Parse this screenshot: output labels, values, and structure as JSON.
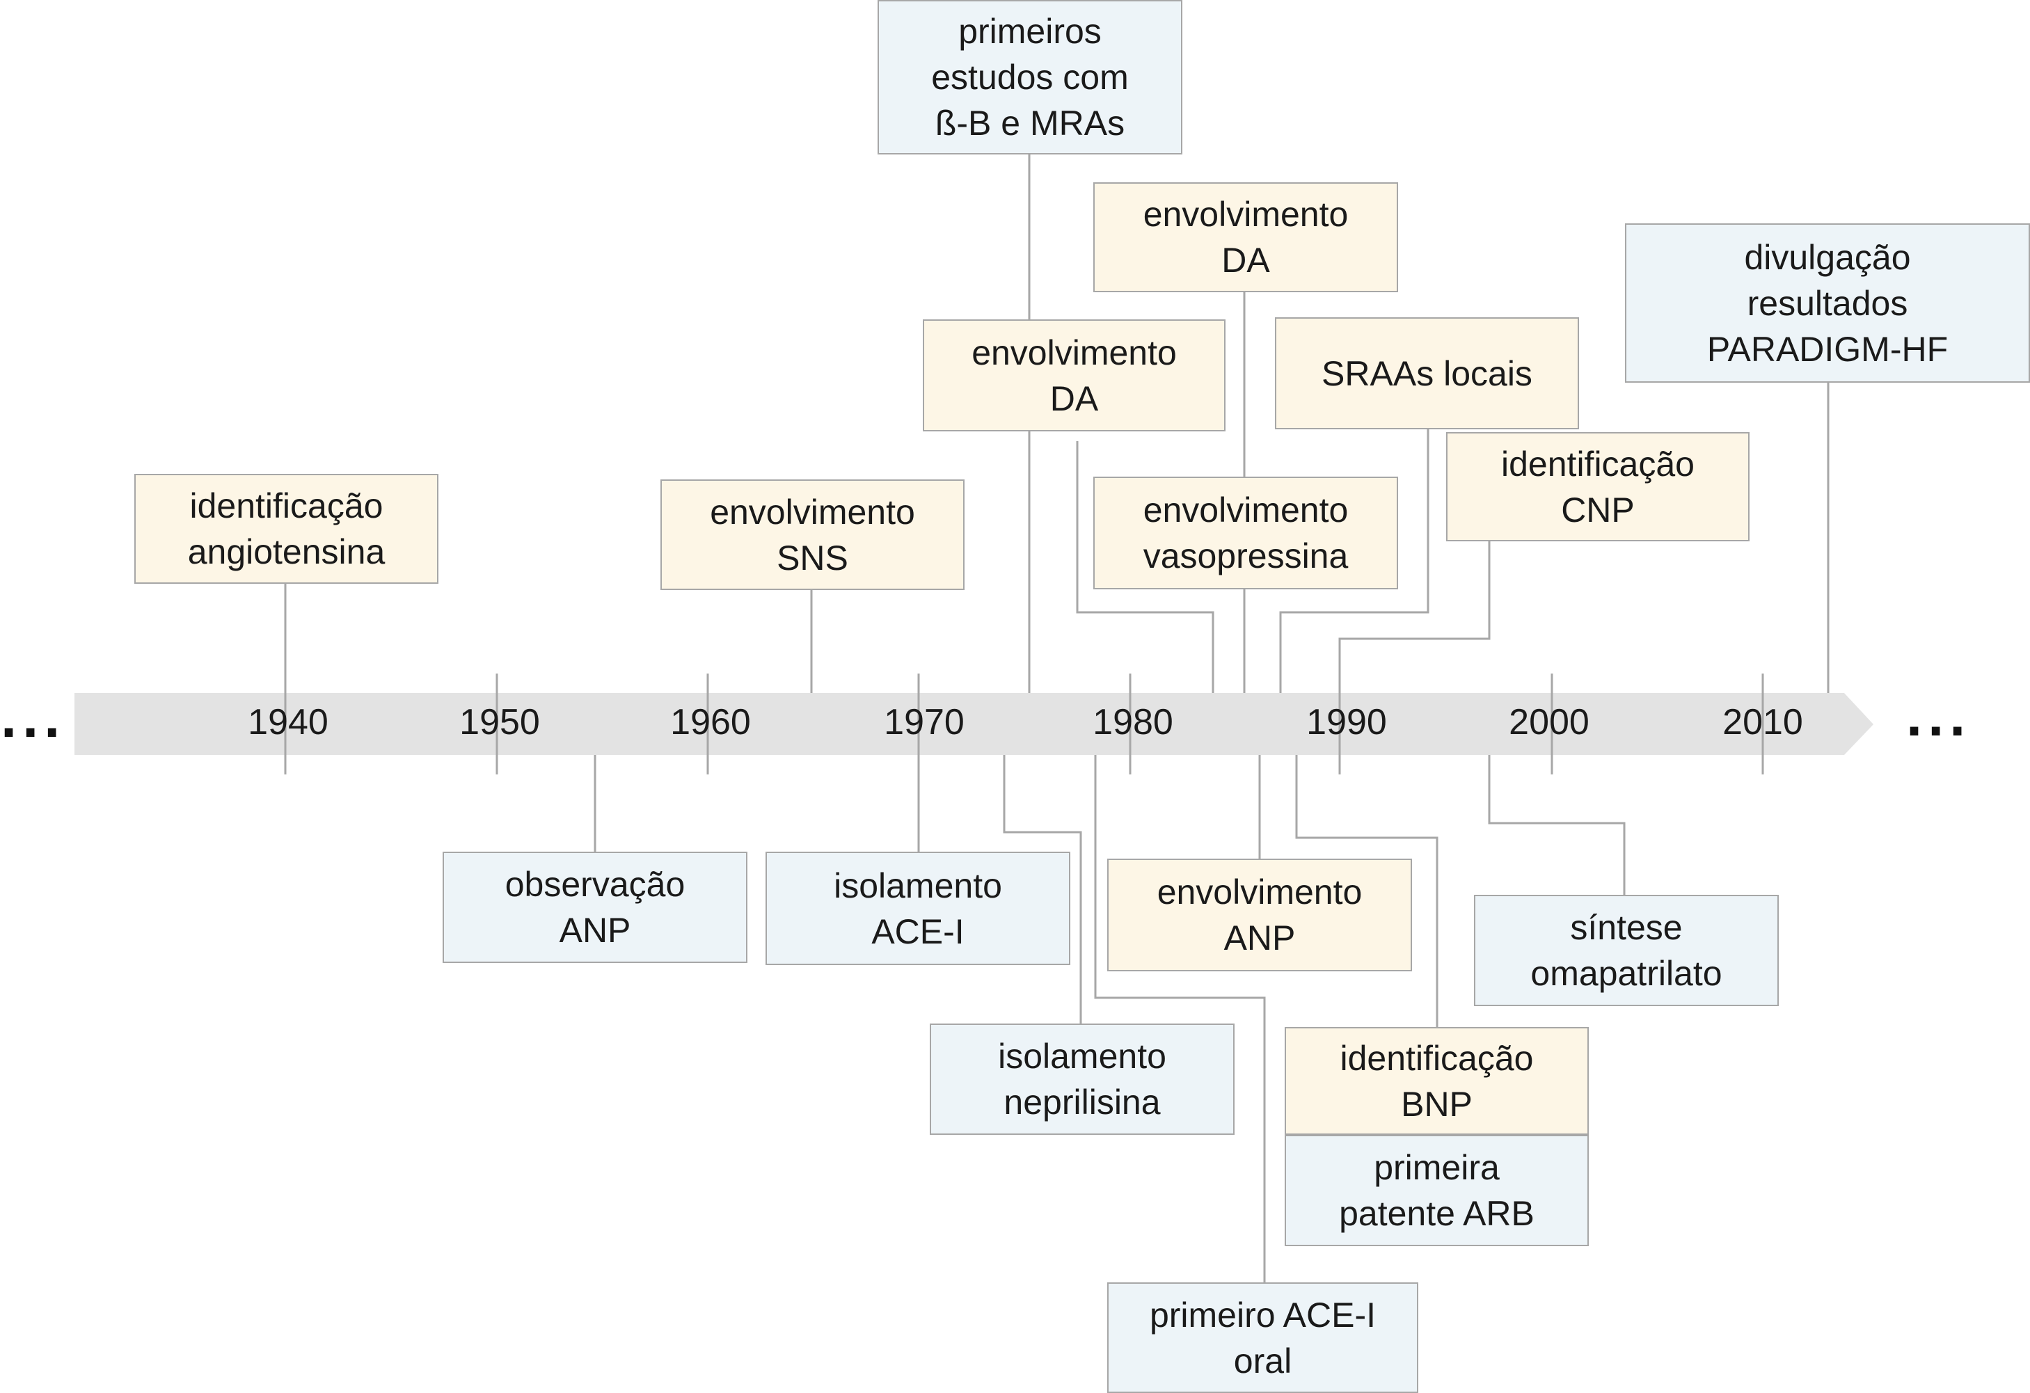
{
  "colors": {
    "beige": "#fdf6e6",
    "blue": "#edf4f8",
    "border": "#a7a7a7",
    "arrow": "#e3e3e3",
    "line": "#a7a7a7"
  },
  "timeline": {
    "years": [
      "1940",
      "1950",
      "1960",
      "1970",
      "1980",
      "1990",
      "2000",
      "2010"
    ],
    "ellipsis_left": "...",
    "ellipsis_right": "..."
  },
  "events": [
    {
      "text": "primeiros\nestudos com\nß-B e MRAs",
      "color": "blue"
    },
    {
      "text": "envolvimento\nDA",
      "color": "beige"
    },
    {
      "text": "divulgação\nresultados\nPARADIGM-HF",
      "color": "blue"
    },
    {
      "text": "SRAAs locais",
      "color": "beige"
    },
    {
      "text": "envolvimento\nDA",
      "color": "beige"
    },
    {
      "text": "identificação\nCNP",
      "color": "beige"
    },
    {
      "text": "identificação\nangiotensina",
      "color": "beige"
    },
    {
      "text": "envolvimento\nSNS",
      "color": "beige"
    },
    {
      "text": "envolvimento\nvasopressina",
      "color": "beige"
    },
    {
      "text": "observação\nANP",
      "color": "blue"
    },
    {
      "text": "isolamento\nACE-I",
      "color": "blue"
    },
    {
      "text": "envolvimento\nANP",
      "color": "beige"
    },
    {
      "text": "síntese\nomapatrilato",
      "color": "blue"
    },
    {
      "text": "isolamento\nneprilisina",
      "color": "blue"
    },
    {
      "text": "identificação\nBNP",
      "color": "beige"
    },
    {
      "text": "primeira\npatente ARB",
      "color": "blue"
    },
    {
      "text": "primeiro ACE-I\noral",
      "color": "blue"
    }
  ]
}
